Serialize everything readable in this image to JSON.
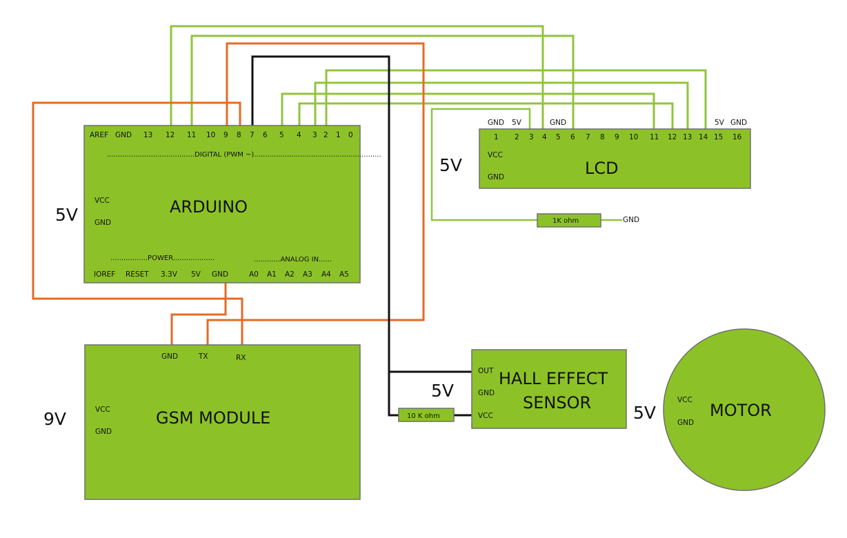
{
  "arduino": {
    "title": "ARDUINO",
    "digital_pins": [
      "AREF",
      "GND",
      "13",
      "12",
      "11",
      "10",
      "9",
      "8",
      "7",
      "6",
      "5",
      "4",
      "3",
      "2",
      "1",
      "0"
    ],
    "digital_label": "........................................DIGITAL (PWM ~)..........................................................",
    "power_label": ".................POWER...................",
    "analog_label": "..........‥ANALOG IN......",
    "power_pins": [
      "IOREF",
      "RESET",
      "3.3V",
      "5V",
      "GND"
    ],
    "analog_pins": [
      "A0",
      "A1",
      "A2",
      "A3",
      "A4",
      "A5"
    ],
    "vcc": "VCC",
    "gnd": "GND",
    "voltage": "5V"
  },
  "lcd": {
    "title": "LCD",
    "pins": [
      "1",
      "2",
      "3",
      "4",
      "5",
      "6",
      "7",
      "8",
      "9",
      "10",
      "11",
      "12",
      "13",
      "14",
      "15",
      "16"
    ],
    "top_labels": [
      "GND",
      "5V",
      "GND",
      "5V",
      "GND"
    ],
    "vcc": "VCC",
    "gnd": "GND",
    "voltage": "5V"
  },
  "resistor_1k": {
    "label": "1K ohm",
    "gnd": "GND"
  },
  "gsm": {
    "title": "GSM MODULE",
    "pins": [
      "GND",
      "TX",
      "RX"
    ],
    "vcc": "VCC",
    "gnd": "GND",
    "voltage": "9V"
  },
  "hall": {
    "title_line1": "HALL EFFECT",
    "title_line2": "SENSOR",
    "pins": [
      "OUT",
      "GND",
      "VCC"
    ],
    "voltage": "5V"
  },
  "resistor_10k": {
    "label": "10 K ohm"
  },
  "motor": {
    "title": "MOTOR",
    "vcc": "VCC",
    "gnd": "GND",
    "voltage": "5V"
  }
}
